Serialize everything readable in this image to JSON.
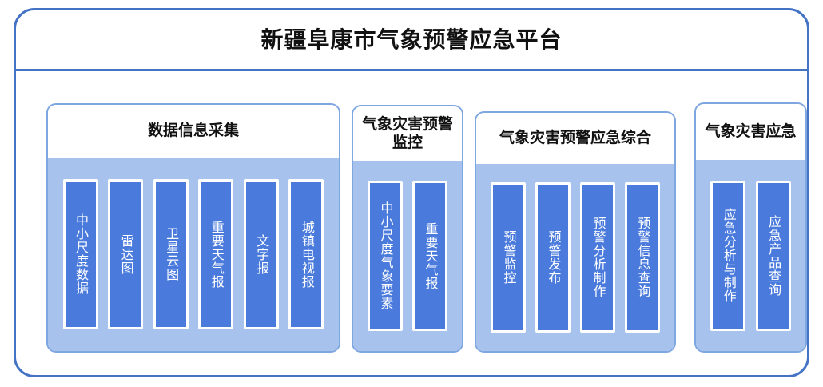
{
  "platform": {
    "title": "新疆阜康市气象预警应急平台"
  },
  "groups": [
    {
      "title": "数据信息采集",
      "items": [
        {
          "label": "中小尺度数据"
        },
        {
          "label": "雷达图"
        },
        {
          "label": "卫星云图"
        },
        {
          "label": "重要天气报"
        },
        {
          "label": "文字报"
        },
        {
          "label": "城镇电视报"
        }
      ]
    },
    {
      "title": "气象灾害预警监控",
      "items": [
        {
          "label": "中小尺度气象要素"
        },
        {
          "label": "重要天气报"
        }
      ]
    },
    {
      "title": "气象灾害预警应急综合",
      "items": [
        {
          "label": "预警监控"
        },
        {
          "label": "预警发布"
        },
        {
          "label": "预警分析制作"
        },
        {
          "label": "预警信息查询"
        }
      ]
    },
    {
      "title": "气象灾害应急",
      "items": [
        {
          "label": "应急分析与制作"
        },
        {
          "label": "应急产品查询"
        }
      ]
    }
  ],
  "colors": {
    "frame_border": "#4472C4",
    "group_border": "#7EA6E0",
    "group_body": "#A8C2EE",
    "item_bar": "#4A7BDC",
    "item_text": "#ffffff",
    "title_text": "#111111",
    "background": "#ffffff"
  }
}
